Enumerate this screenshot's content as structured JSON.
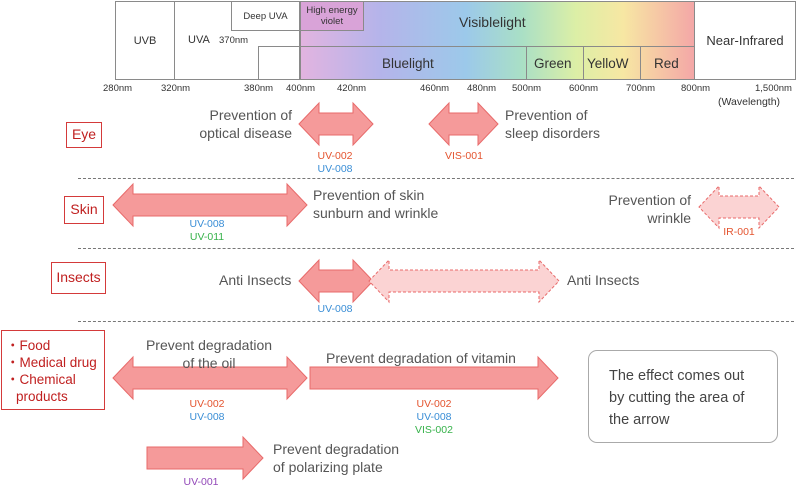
{
  "spectrum": {
    "uvb": "UVB",
    "uva": "UVA",
    "uva_370": "370nm",
    "deep_uva": "Deep UVA",
    "hev": "High energy violet",
    "visible": "Visiblelight",
    "blue": "Bluelight",
    "green": "Green",
    "yellow": "YelloW",
    "red": "Red",
    "nir": "Near-Infrared",
    "ticks": [
      "280nm",
      "320nm",
      "380nm",
      "400nm",
      "420nm",
      "460nm",
      "480nm",
      "500nm",
      "600nm",
      "700nm",
      "800nm",
      "1,500nm"
    ],
    "wavelength_label": "(Wavelength)"
  },
  "categories": {
    "eye": "Eye",
    "skin": "Skin",
    "insects": "Insects",
    "food": [
      "・Food",
      "・Medical drug",
      "・Chemical",
      "products"
    ]
  },
  "eye": {
    "optical_1": "Prevention of",
    "optical_2": "optical disease",
    "codes_optical": [
      "UV-002",
      "UV-008"
    ],
    "sleep_1": "Prevention of",
    "sleep_2": "sleep disorders",
    "codes_sleep": [
      "VIS-001"
    ]
  },
  "skin": {
    "sunburn_1": "Prevention of  skin",
    "sunburn_2": "sunburn and wrinkle",
    "codes_sunburn": [
      "UV-008",
      "UV-011"
    ],
    "wrinkle_1": "Prevention of",
    "wrinkle_2": "wrinkle",
    "codes_wrinkle": [
      "IR-001"
    ]
  },
  "insects": {
    "left": "Anti Insects",
    "right": "Anti Insects",
    "codes": [
      "UV-008"
    ]
  },
  "food": {
    "oil_1": "Prevent degradation",
    "oil_2": "of the oil",
    "codes_oil": [
      "UV-002",
      "UV-008"
    ],
    "vitamin": "Prevent degradation of vitamin",
    "codes_vitamin": [
      "UV-002",
      "UV-008",
      "VIS-002"
    ],
    "plate_1": "Prevent degradation",
    "plate_2": "of polarizing plate",
    "codes_plate": [
      "UV-001"
    ]
  },
  "note": [
    "The effect comes out",
    "by cutting the area of",
    "the arrow"
  ],
  "colors": {
    "arrow_fill": "#f59a9a",
    "arrow_stroke": "#e86a6a",
    "label_red": "#d43a3a",
    "code_red": "#e4542f",
    "code_blue": "#3a8ed6",
    "code_green": "#36b24a",
    "code_purple": "#9248b8"
  }
}
